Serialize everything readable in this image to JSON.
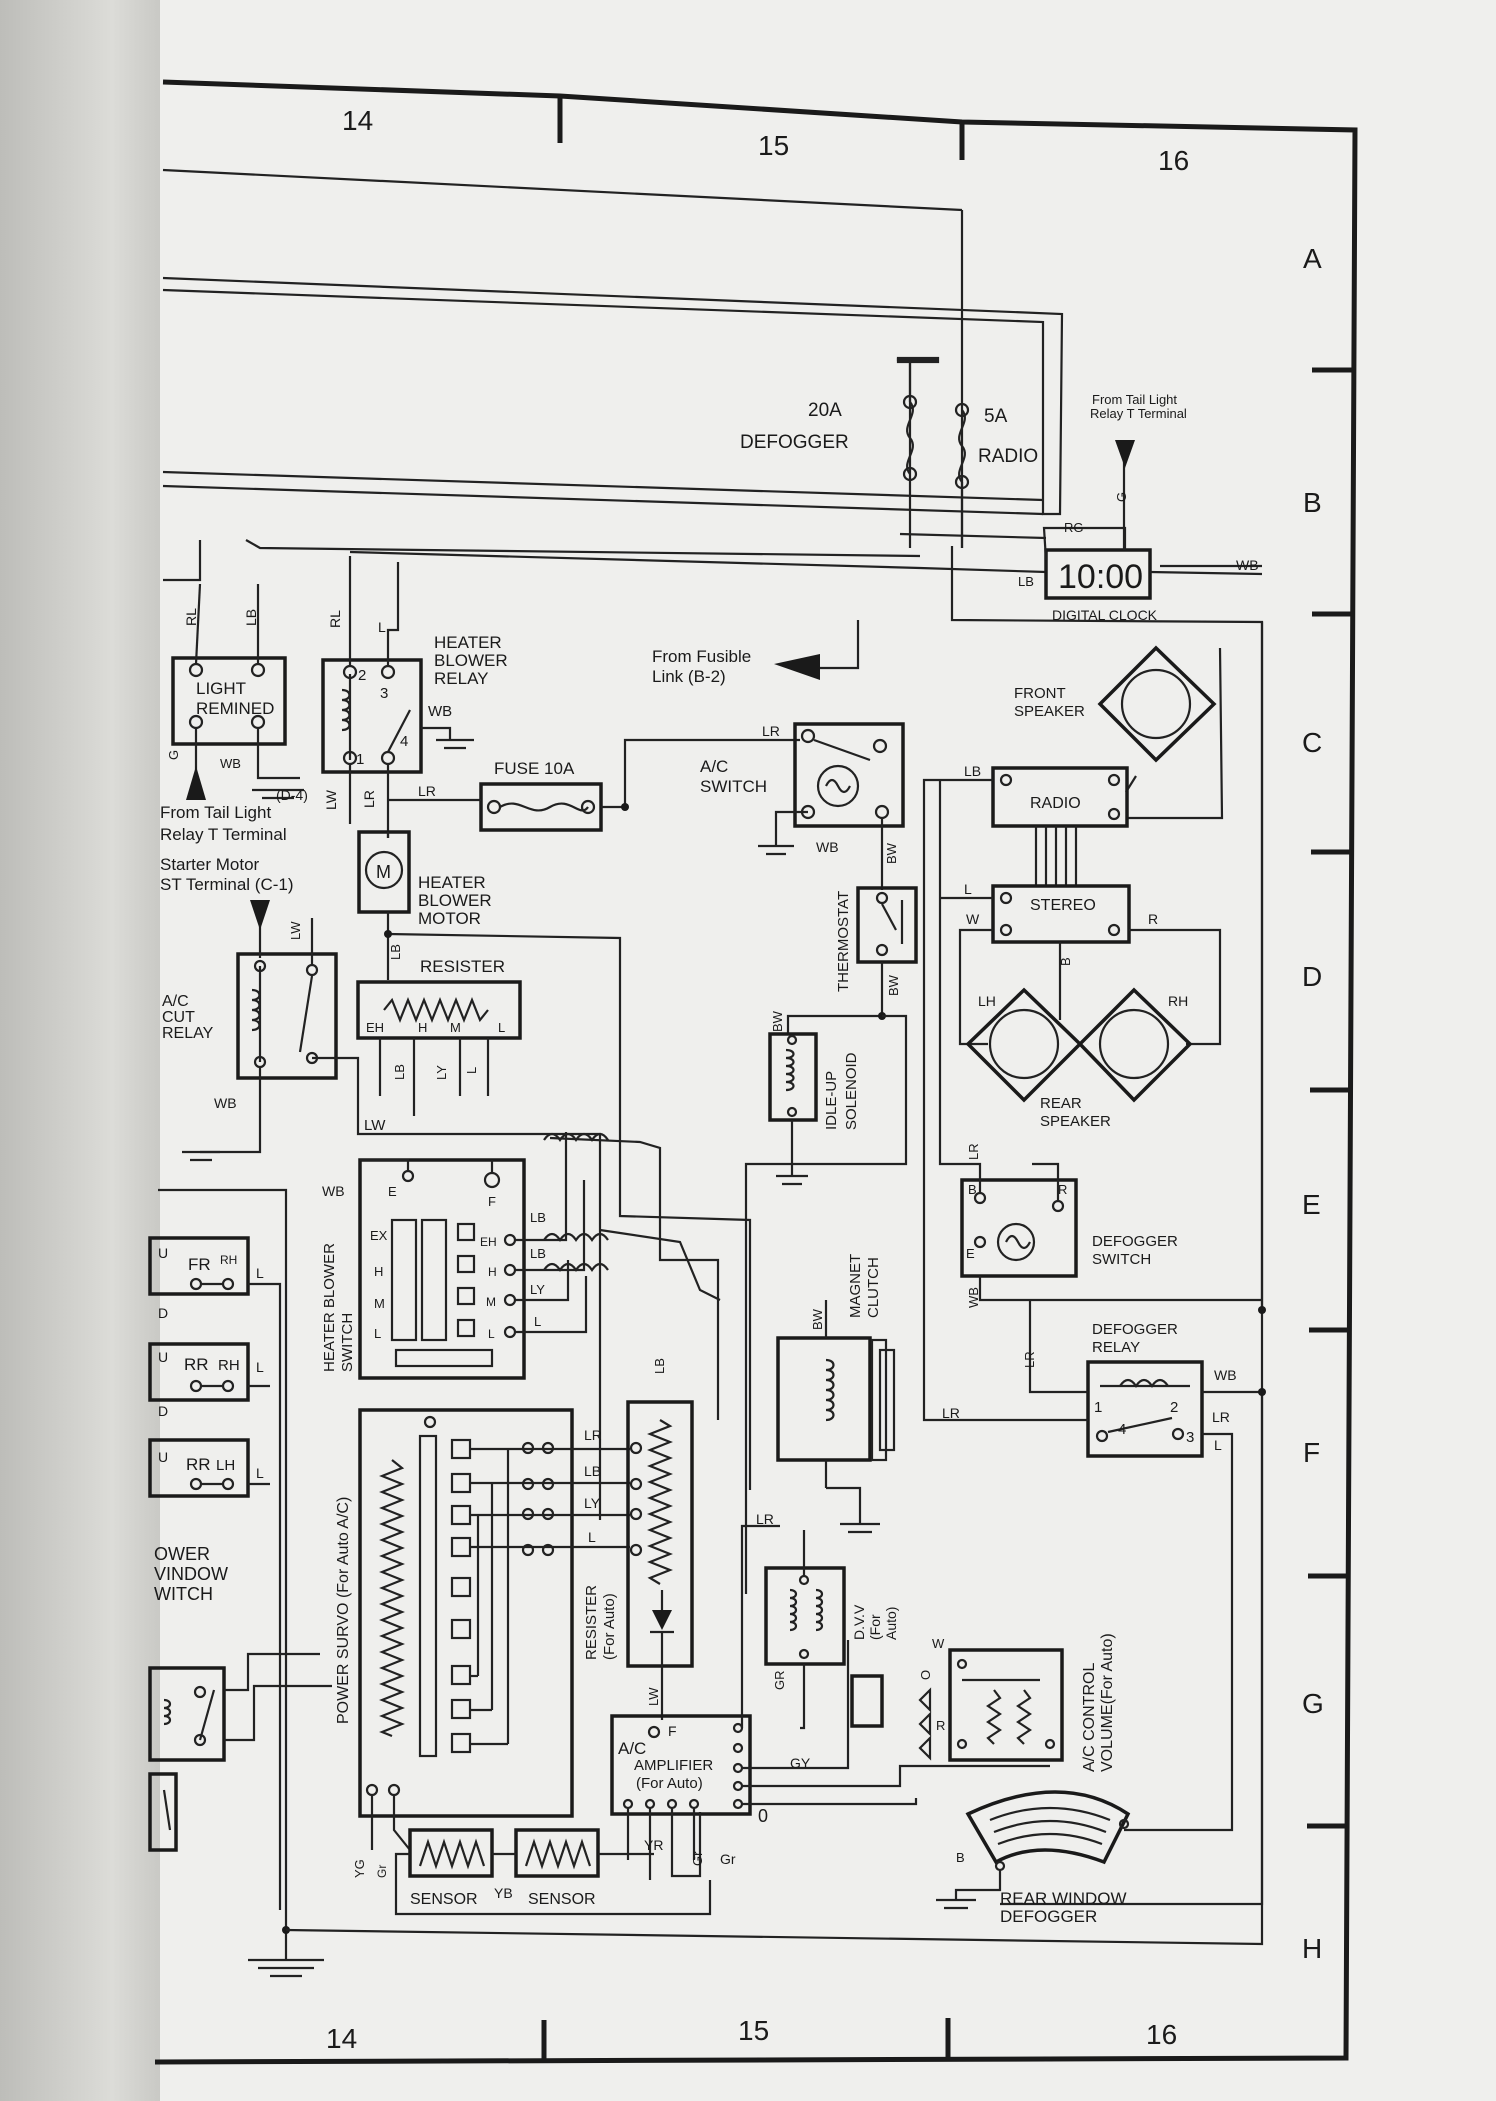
{
  "page": {
    "background": "#efefed",
    "ink": "#1a1a1a"
  },
  "grid": {
    "columns_top": [
      "14",
      "15",
      "16"
    ],
    "columns_bottom": [
      "14",
      "15",
      "16"
    ],
    "rows": [
      "A",
      "B",
      "C",
      "D",
      "E",
      "F",
      "G",
      "H"
    ]
  },
  "fuses": {
    "defogger_rating": "20A",
    "defogger": "DEFOGGER",
    "radio_rating": "5A",
    "radio": "RADIO"
  },
  "source_notes": {
    "tail_light_top_1": "From  Tail Light",
    "tail_light_top_2": "Relay T  Terminal",
    "fusible_link_1": "From  Fusible",
    "fusible_link_2": "Link (B-2)",
    "tail_light_left_1": "From  Tail Light",
    "tail_light_left_2": "Relay T  Terminal",
    "starter_1": "Starter Motor",
    "starter_2": "ST  Terminal (C-1)",
    "ground_ref": "(D-4)"
  },
  "components": {
    "digital_clock_display": "10:00",
    "digital_clock": "DIGITAL CLOCK",
    "light_remind_1": "LIGHT",
    "light_remind_2": "REMINED",
    "heater_relay": [
      "HEATER",
      "BLOWER",
      "RELAY"
    ],
    "fuse_10a": "FUSE 10A",
    "ac_switch": [
      "A/C",
      "SWITCH"
    ],
    "front_speaker": [
      "FRONT",
      "SPEAKER"
    ],
    "radio": "RADIO",
    "stereo": "STEREO",
    "heater_motor": [
      "HEATER",
      "BLOWER",
      "MOTOR"
    ],
    "motor_symbol": "M",
    "resister": "RESISTER",
    "thermostat": "THERMOSTAT",
    "ac_cut_relay": [
      "A/C",
      "CUT",
      "RELAY"
    ],
    "idle_up": [
      "IDLE-UP",
      "SOLENOID"
    ],
    "rear_speaker": [
      "REAR",
      "SPEAKER"
    ],
    "heater_switch": [
      "HEATER  BLOWER",
      "SWITCH"
    ],
    "magnet_clutch": [
      "MAGNET",
      "CLUTCH"
    ],
    "defogger_switch": [
      "DEFOGGER",
      "SWITCH"
    ],
    "defogger_relay": [
      "DEFOGGER",
      "RELAY"
    ],
    "power_window": [
      "OWER",
      "VINDOW",
      "WITCH"
    ],
    "fr": "FR",
    "rr_rh": "RR",
    "rr_lh": "RR",
    "power_survo": "POWER  SURVO (For Auto A/C)",
    "resister_auto": [
      "RESISTER",
      "(For Auto)"
    ],
    "dvv": [
      "D.V.V",
      "(For",
      "Auto)"
    ],
    "ac_control": [
      "A/C  CONTROL",
      "VOLUME(For Auto)"
    ],
    "ac_amplifier": [
      "A/C",
      "AMPLIFIER",
      "(For Auto)"
    ],
    "rear_defogger": [
      "REAR  WINDOW",
      "DEFOGGER"
    ],
    "sensor_1": "SENSOR",
    "sensor_2": "SENSOR"
  },
  "wire_codes": {
    "rl": "RL",
    "lb": "LB",
    "l": "L",
    "lr": "LR",
    "lw": "LW",
    "wb": "WB",
    "g": "G",
    "rg": "RG",
    "bw": "BW",
    "w": "W",
    "r": "R",
    "b": "B",
    "ly": "LY",
    "lh": "LH",
    "rh": "RH",
    "gr": "GR",
    "gr2": "Gr",
    "gy": "GY",
    "yr": "YR",
    "yg": "YG",
    "yb": "YB",
    "o": "O",
    "u": "U",
    "d": "D",
    "e": "E",
    "ex": "EX",
    "eh": "EH",
    "h": "H",
    "m": "M",
    "f": "F",
    "n1": "1",
    "n2": "2",
    "n3": "3",
    "n4": "4",
    "zero": "0"
  }
}
